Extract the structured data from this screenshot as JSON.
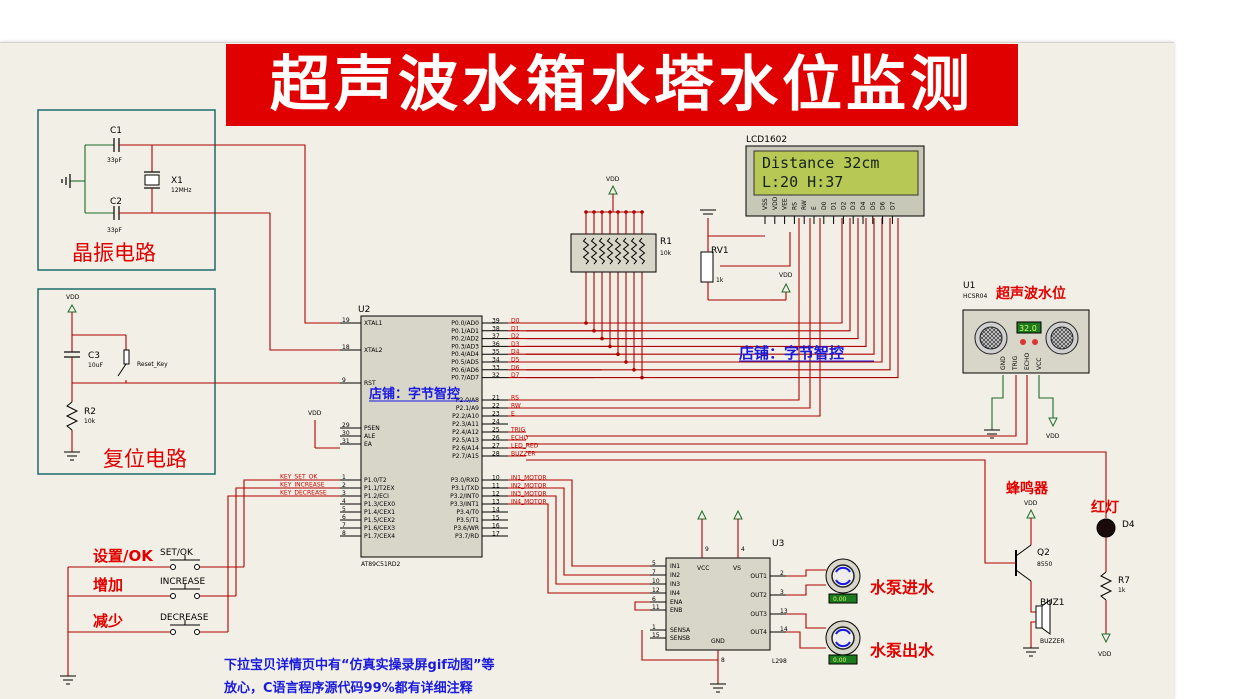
{
  "title": "超声波水箱水塔水位监测",
  "crystal_section": {
    "caption": "晶振电路",
    "c1": "C1",
    "c1_val": "33pF",
    "c2": "C2",
    "c2_val": "33pF",
    "x1": "X1",
    "x1_val": "12MHz"
  },
  "reset_section": {
    "caption": "复位电路",
    "c3": "C3",
    "c3_val": "10uF",
    "r2": "R2",
    "r2_val": "10k",
    "key": "Reset_Key",
    "vdd": "VDD"
  },
  "mcu": {
    "ref": "U2",
    "part": "AT89C51RD2",
    "left_pins": [
      {
        "num": "19",
        "name": "XTAL1"
      },
      {
        "num": "18",
        "name": "XTAL2"
      },
      {
        "num": "9",
        "name": "RST"
      },
      {
        "num": "29",
        "name": "PSEN"
      },
      {
        "num": "30",
        "name": "ALE"
      },
      {
        "num": "31",
        "name": "EA"
      },
      {
        "num": "1",
        "name": "P1.0/T2"
      },
      {
        "num": "2",
        "name": "P1.1/T2EX"
      },
      {
        "num": "3",
        "name": "P1.2/ECI"
      },
      {
        "num": "4",
        "name": "P1.3/CEX0"
      },
      {
        "num": "5",
        "name": "P1.4/CEX1"
      },
      {
        "num": "6",
        "name": "P1.5/CEX2"
      },
      {
        "num": "7",
        "name": "P1.6/CEX3"
      },
      {
        "num": "8",
        "name": "P1.7/CEX4"
      }
    ],
    "right_pins": [
      {
        "num": "39",
        "name": "P0.0/AD0",
        "net": "D0"
      },
      {
        "num": "38",
        "name": "P0.1/AD1",
        "net": "D1"
      },
      {
        "num": "37",
        "name": "P0.2/AD2",
        "net": "D2"
      },
      {
        "num": "36",
        "name": "P0.3/AD3",
        "net": "D3"
      },
      {
        "num": "35",
        "name": "P0.4/AD4",
        "net": "D4"
      },
      {
        "num": "34",
        "name": "P0.5/AD5",
        "net": "D5"
      },
      {
        "num": "33",
        "name": "P0.6/AD6",
        "net": "D6"
      },
      {
        "num": "32",
        "name": "P0.7/AD7",
        "net": "D7"
      },
      {
        "num": "21",
        "name": "P2.0/A8",
        "net": "RS"
      },
      {
        "num": "22",
        "name": "P2.1/A9",
        "net": "RW"
      },
      {
        "num": "23",
        "name": "P2.2/A10",
        "net": "E"
      },
      {
        "num": "24",
        "name": "P2.3/A11",
        "net": ""
      },
      {
        "num": "25",
        "name": "P2.4/A12",
        "net": "TRIG"
      },
      {
        "num": "26",
        "name": "P2.5/A13",
        "net": "ECHO"
      },
      {
        "num": "27",
        "name": "P2.6/A14",
        "net": "LED_RED"
      },
      {
        "num": "28",
        "name": "P2.7/A15",
        "net": "BUZZER"
      },
      {
        "num": "10",
        "name": "P3.0/RXD",
        "net": "IN1_MOTOR"
      },
      {
        "num": "11",
        "name": "P3.1/TXD",
        "net": "IN2_MOTOR"
      },
      {
        "num": "12",
        "name": "P3.2/INT0",
        "net": "IN3_MOTOR"
      },
      {
        "num": "13",
        "name": "P3.3/INT1",
        "net": "IN4_MOTOR"
      },
      {
        "num": "14",
        "name": "P3.4/T0",
        "net": ""
      },
      {
        "num": "15",
        "name": "P3.5/T1",
        "net": ""
      },
      {
        "num": "16",
        "name": "P3.6/WR",
        "net": ""
      },
      {
        "num": "17",
        "name": "P3.7/RD",
        "net": ""
      }
    ],
    "key_nets": [
      "KEY_SET_OK",
      "KEY_INCREASE",
      "KEY_DECREASE"
    ],
    "vdd": "VDD"
  },
  "lcd": {
    "ref": "LCD1602",
    "line1": "Distance 32cm",
    "line2": "L:20   H:37",
    "pins": [
      "VSS",
      "VDD",
      "VEE",
      "RS",
      "RW",
      "E",
      "D0",
      "D1",
      "D2",
      "D3",
      "D4",
      "D5",
      "D6",
      "D7"
    ]
  },
  "resistor_pack": {
    "ref": "R1",
    "val": "10k",
    "vdd": "VDD"
  },
  "pot": {
    "ref": "RV1",
    "val": "1k",
    "vdd": "VDD"
  },
  "sensor": {
    "ref": "U1",
    "part": "HCSR04",
    "caption": "超声波水位",
    "display": "32.0",
    "pins": [
      "GND",
      "TRIG",
      "ECHO",
      "VCC"
    ],
    "vdd": "VDD"
  },
  "driver": {
    "ref": "U3",
    "part": "L298",
    "left_pins": [
      {
        "num": "5",
        "name": "IN1"
      },
      {
        "num": "7",
        "name": "IN2"
      },
      {
        "num": "10",
        "name": "IN3"
      },
      {
        "num": "12",
        "name": "IN4"
      },
      {
        "num": "6",
        "name": "ENA"
      },
      {
        "num": "11",
        "name": "ENB"
      },
      {
        "num": "1",
        "name": "SENSA"
      },
      {
        "num": "15",
        "name": "SENSB"
      }
    ],
    "right_pins": [
      {
        "num": "2",
        "name": "OUT1"
      },
      {
        "num": "3",
        "name": "OUT2"
      },
      {
        "num": "13",
        "name": "OUT3"
      },
      {
        "num": "14",
        "name": "OUT4"
      }
    ],
    "top_pins": [
      {
        "num": "9",
        "name": "VCC"
      },
      {
        "num": "4",
        "name": "VS"
      }
    ],
    "gnd_pin": {
      "num": "8",
      "name": "GND"
    }
  },
  "pump_in": {
    "caption": "水泵进水",
    "readout": "0.00"
  },
  "pump_out": {
    "caption": "水泵出水",
    "readout": "0.00"
  },
  "buzzer": {
    "caption": "蜂鸣器",
    "q_ref": "Q2",
    "q_part": "8550",
    "ref": "BUZ1",
    "part": "BUZZER",
    "vdd": "VDD"
  },
  "led": {
    "caption": "红灯",
    "ref": "D4",
    "r_ref": "R7",
    "r_val": "1k",
    "vdd": "VDD"
  },
  "buttons": [
    {
      "caption": "设置/OK",
      "label": "SET/OK"
    },
    {
      "caption": "增加",
      "label": "INCREASE"
    },
    {
      "caption": "减少",
      "label": "DECREASE"
    }
  ],
  "shop_watermark_1": "店铺：字节智控",
  "shop_watermark_2": "店铺：字节智控",
  "footer_line1": "下拉宝贝详情页中有“仿真实操录屏gif动图”等",
  "footer_line2": "放心，C语言程序源代码99%都有详细注释",
  "colors": {
    "title_bg": "#e00000",
    "wire": "#b00000",
    "section_border": "#1e6b6b",
    "lcd_bg": "#b8c855",
    "annot_red": "#e00000",
    "annot_blue": "#1a1adc"
  }
}
